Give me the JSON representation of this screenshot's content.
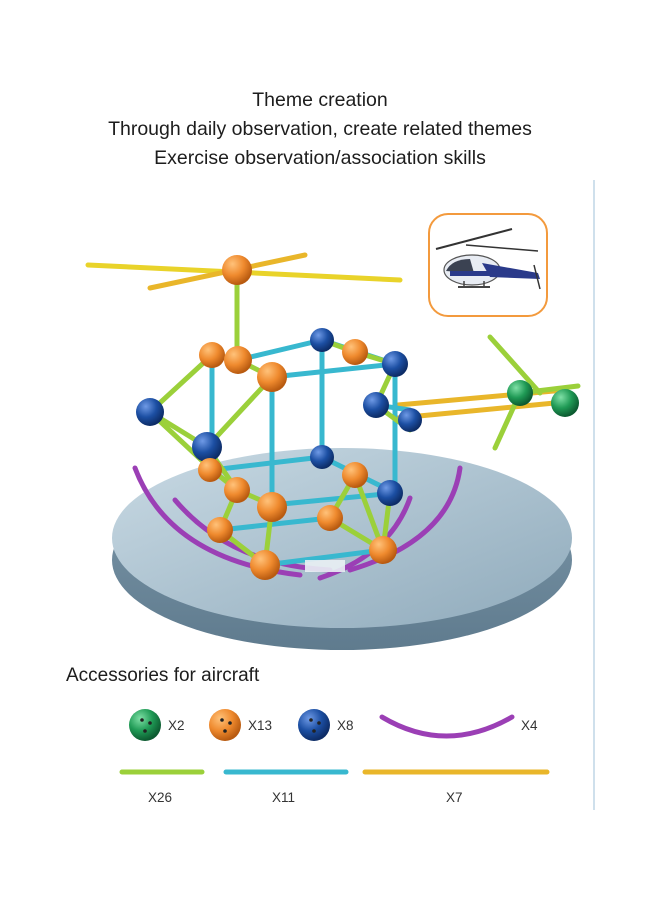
{
  "heading": {
    "line1": "Theme creation",
    "line2": "Through daily observation, create related themes",
    "line3": "Exercise observation/association skills"
  },
  "colors": {
    "green_ball": "#1f9a55",
    "orange_ball": "#ef8a2e",
    "blue_ball": "#1c4fa3",
    "purple_arc": "#9b3fb5",
    "lime_stick": "#9bd03a",
    "cyan_stick": "#38b8cf",
    "yellow_stick": "#e9b62a",
    "platform": "#9fb9c8",
    "thumb_border": "#f39a3d"
  },
  "accessories": {
    "title": "Accessories for aircraft",
    "items": [
      {
        "name": "green-ball",
        "count": "X2"
      },
      {
        "name": "orange-ball",
        "count": "X13"
      },
      {
        "name": "blue-ball",
        "count": "X8"
      },
      {
        "name": "purple-arc",
        "count": "X4"
      },
      {
        "name": "lime-stick",
        "count": "X26"
      },
      {
        "name": "cyan-stick",
        "count": "X11"
      },
      {
        "name": "yellow-stick",
        "count": "X7"
      }
    ]
  }
}
